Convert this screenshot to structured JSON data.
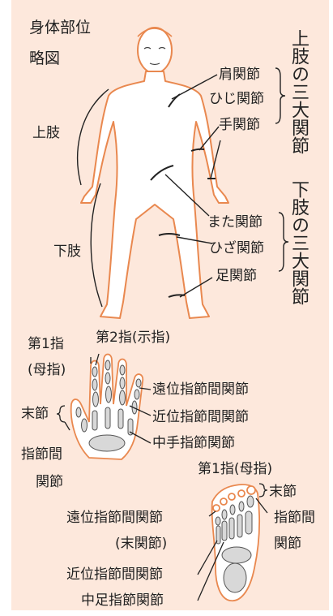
{
  "title": {
    "line1": "身体部位",
    "line2": "略図"
  },
  "upper_limb": {
    "label": "上肢",
    "group_title": "上肢の三大関節",
    "joints": [
      "肩関節",
      "ひじ関節",
      "手関節"
    ]
  },
  "lower_limb": {
    "label": "下肢",
    "group_title": "下肢の三大関節",
    "joints": [
      "また関節",
      "ひざ関節",
      "足関節"
    ]
  },
  "hand": {
    "finger1_line1": "第1指",
    "finger1_line2": "(母指)",
    "finger2": "第2指(示指)",
    "distal_joint": "遠位指節間関節",
    "proximal_joint": "近位指節間関節",
    "mcp_joint": "中手指節関節",
    "terminal": "末節",
    "ip_line1": "指節間",
    "ip_line2": "関節"
  },
  "foot": {
    "finger1": "第1指(母指)",
    "terminal": "末節",
    "ip_line1": "指節間",
    "ip_line2": "関節",
    "distal_line1": "遠位指節間関節",
    "distal_line2": "(末関節)",
    "proximal_joint": "近位指節間関節",
    "mtp_joint": "中足指節関節"
  },
  "colors": {
    "background": "#fde8dc",
    "outline": "#e9884f",
    "text": "#222222",
    "bone": "#d8d8d8"
  }
}
